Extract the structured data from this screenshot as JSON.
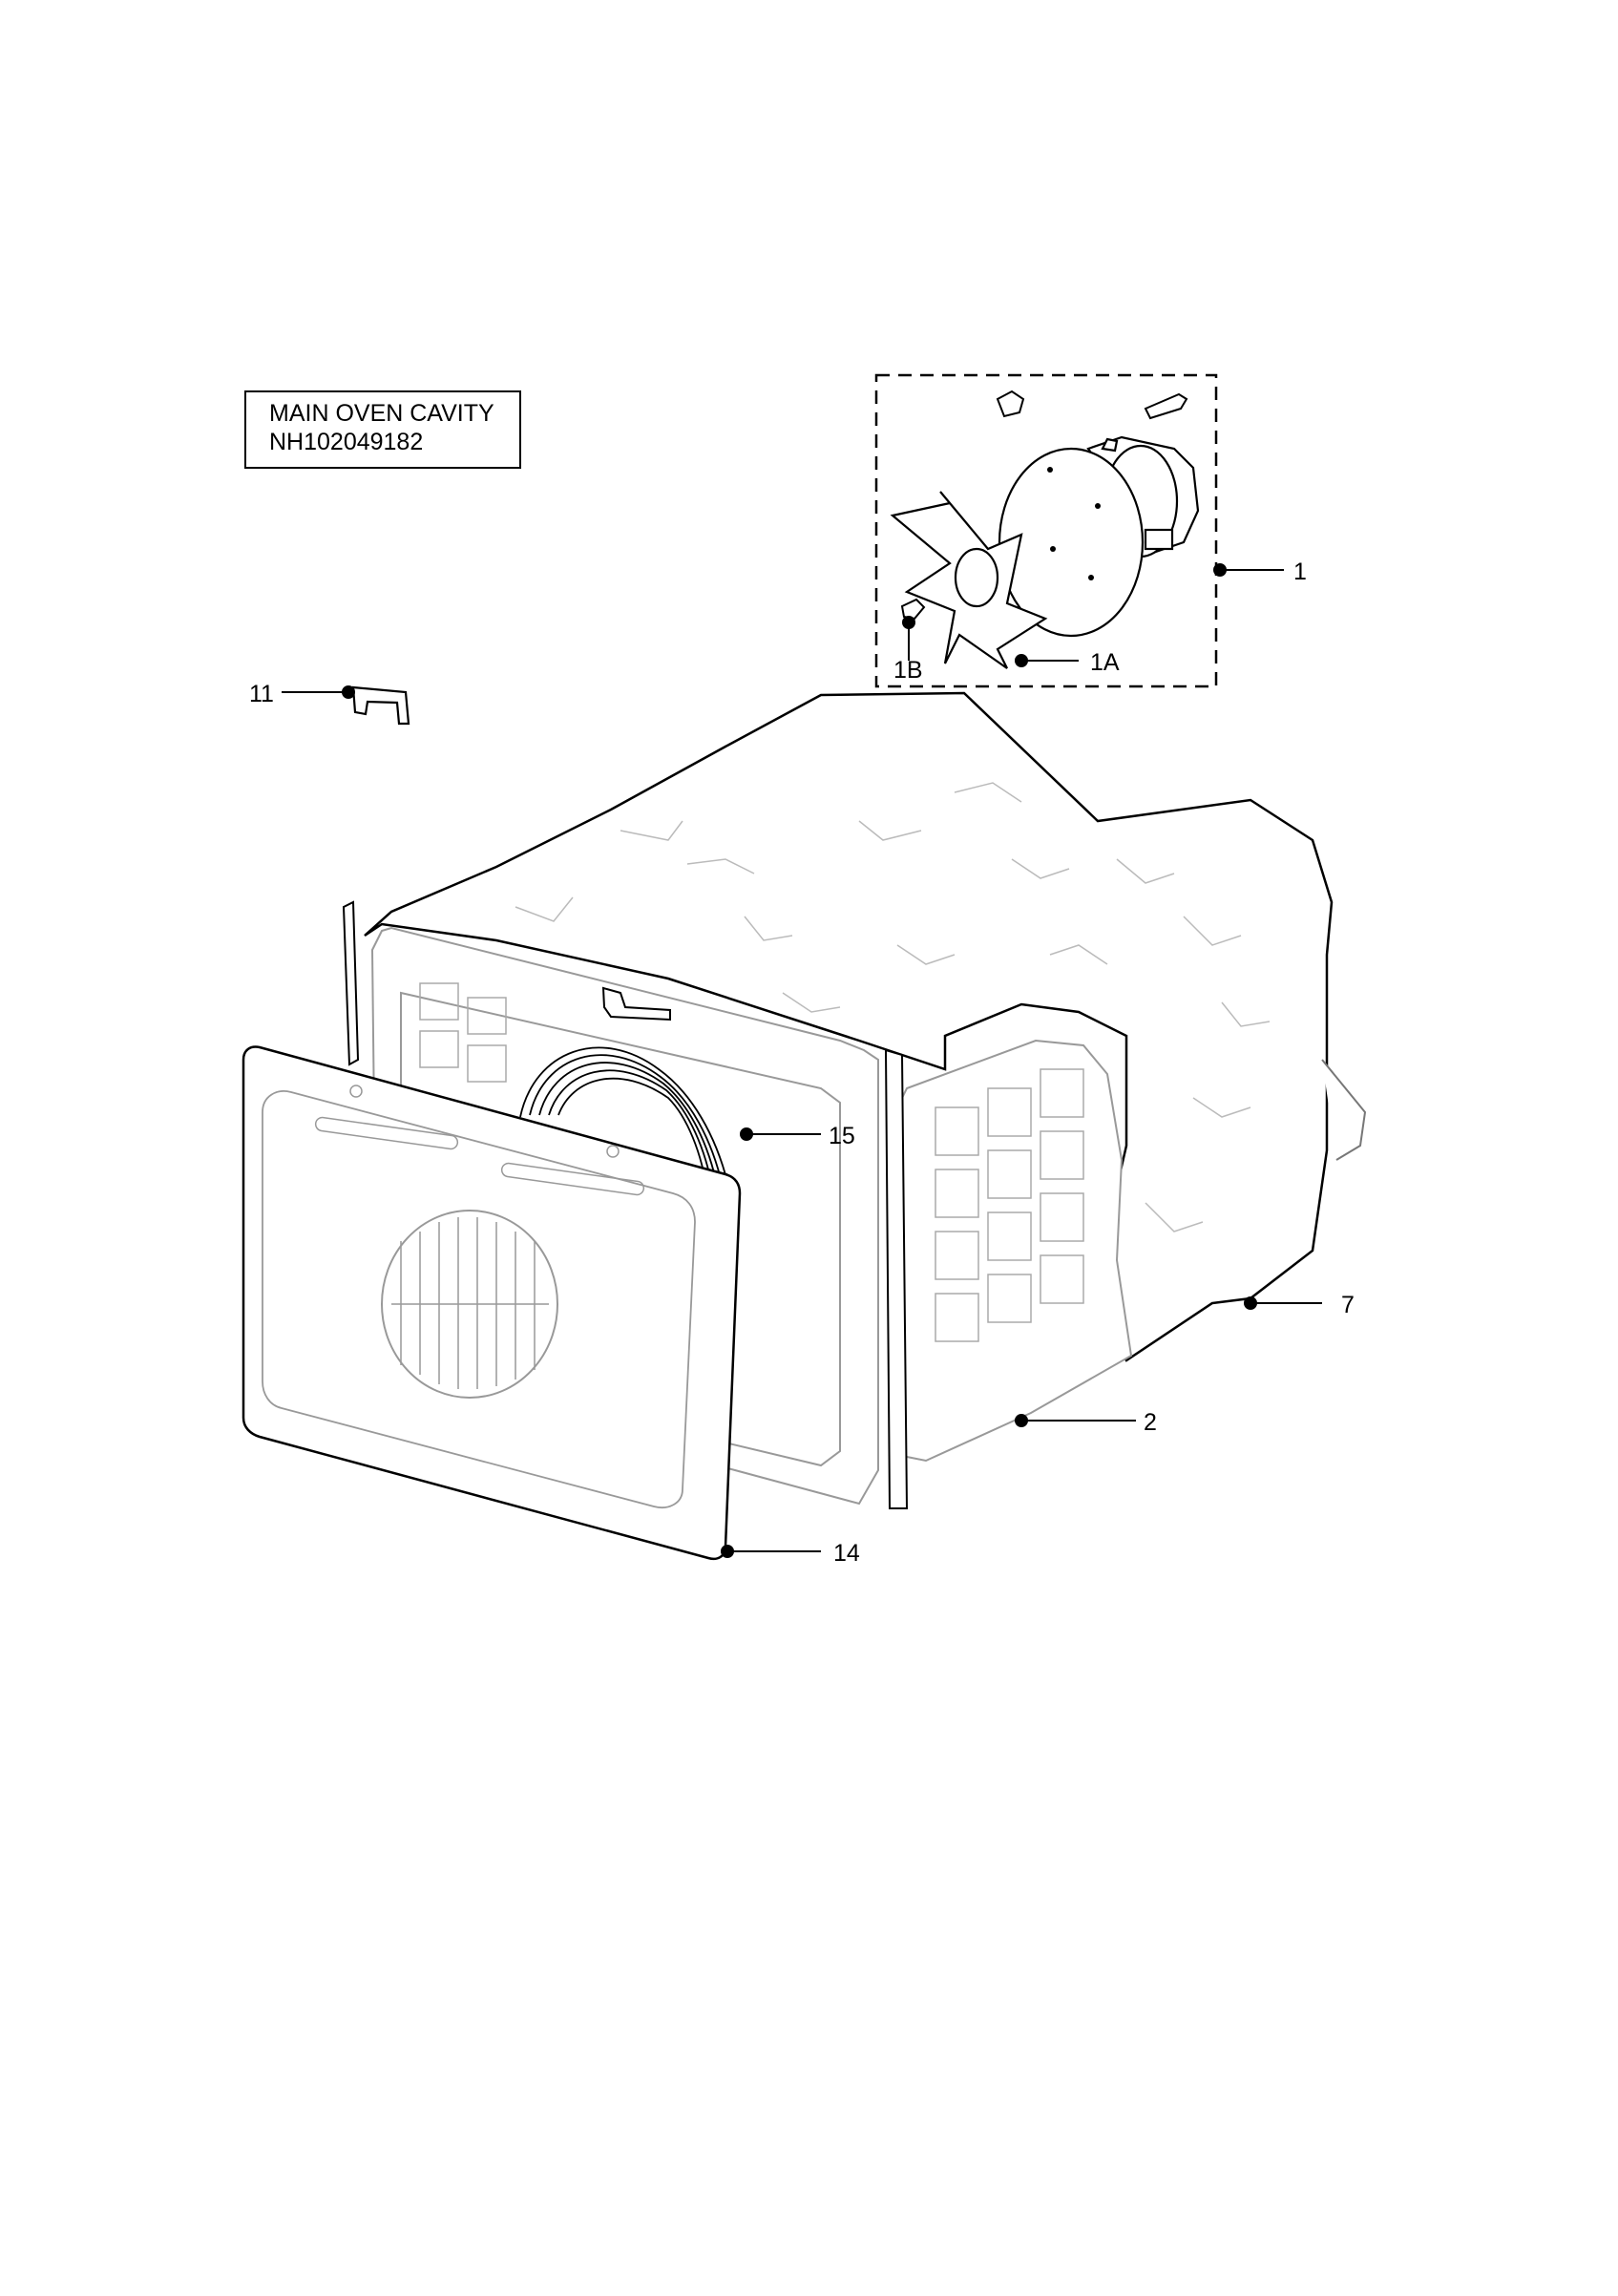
{
  "title_block": {
    "line1": "MAIN OVEN CAVITY",
    "line2": "NH102049182"
  },
  "callouts": [
    {
      "id": "fan-assembly",
      "label": "1"
    },
    {
      "id": "fan-blade",
      "label": "1A"
    },
    {
      "id": "fan-nut",
      "label": "1B"
    },
    {
      "id": "oven-cavity",
      "label": "2"
    },
    {
      "id": "insulation",
      "label": "7"
    },
    {
      "id": "bracket",
      "label": "11"
    },
    {
      "id": "back-panel",
      "label": "14"
    },
    {
      "id": "fan-element",
      "label": "15"
    }
  ]
}
